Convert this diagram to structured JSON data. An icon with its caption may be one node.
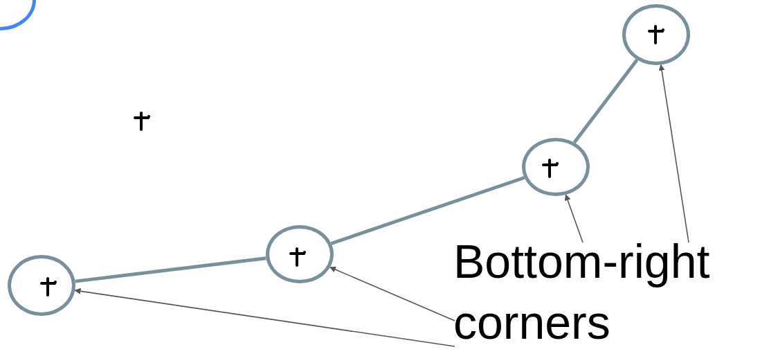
{
  "diagram": {
    "nodes": [
      {
        "text": [],
        "shape": "circle"
      },
      {
        "text": [],
        "shape": "circle"
      },
      {
        "text": [],
        "shape": "circle"
      },
      {
        "text": [],
        "shape": "circle"
      },
      {
        "text": [],
        "shape": "circle"
      },
      {
        "text": [
          "Bottom-right corners"
        ]
      }
    ],
    "edges": [
      {
        "from": 4,
        "to": 3,
        "arrow": "none",
        "style": "thick",
        "color": "#78909c"
      },
      {
        "from": 3,
        "to": 2,
        "arrow": "none",
        "style": "thick",
        "color": "#78909c"
      },
      {
        "from": 2,
        "to": 1,
        "arrow": "none",
        "style": "thick",
        "color": "#78909c"
      },
      {
        "from": 5,
        "to": 4,
        "arrow": "to"
      },
      {
        "from": 5,
        "to": 3,
        "arrow": "to"
      },
      {
        "from": 5,
        "to": 2,
        "arrow": "to"
      },
      {
        "from": 5,
        "to": 1,
        "arrow": "to"
      }
    ]
  }
}
